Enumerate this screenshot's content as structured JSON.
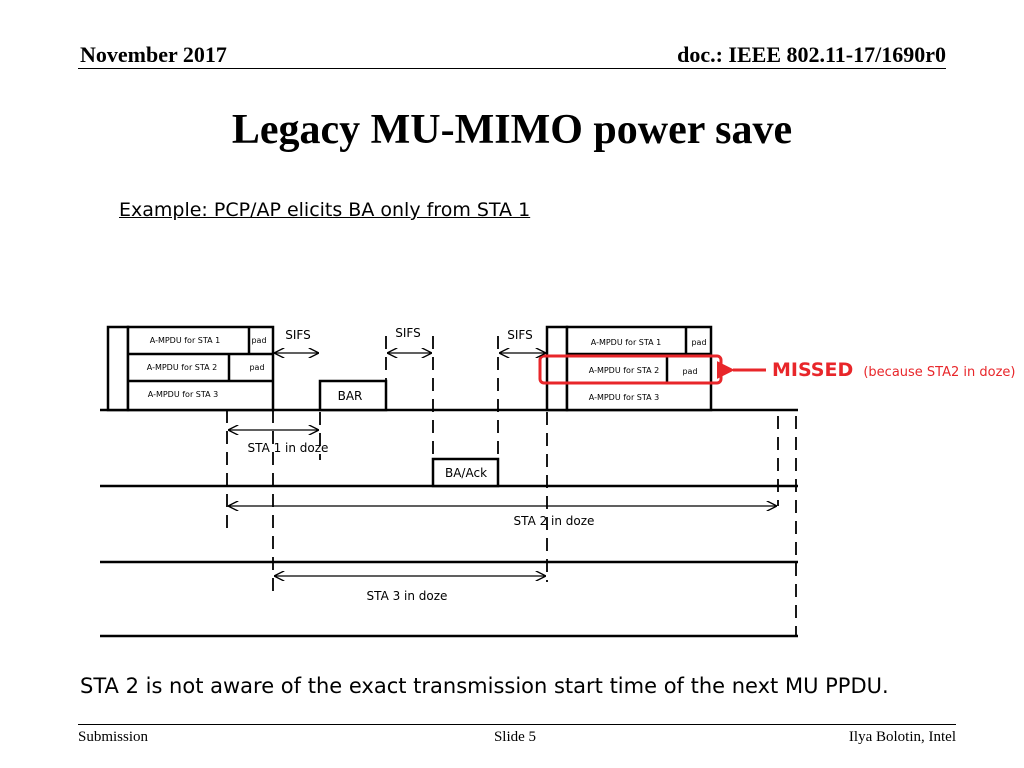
{
  "header": {
    "date": "November 2017",
    "doc_id": "doc.: IEEE 802.11-17/1690r0"
  },
  "title": "Legacy MU-MIMO power save",
  "subtitle": "Example: PCP/AP elicits BA only from STA 1",
  "diagram": {
    "first_ppdu": {
      "row1_label": "A-MPDU for STA 1",
      "row1_pad": "pad",
      "row2_label": "A-MPDU for STA 2",
      "row2_pad": "pad",
      "row3_label": "A-MPDU for STA 3"
    },
    "second_ppdu": {
      "row1_label": "A-MPDU for STA 1",
      "row1_pad": "pad",
      "row2_label": "A-MPDU for STA 2",
      "row2_pad": "pad",
      "row3_label": "A-MPDU for STA 3"
    },
    "sifs_1": "SIFS",
    "sifs_2": "SIFS",
    "sifs_3": "SIFS",
    "bar_label": "BAR",
    "ba_ack_label": "BA/Ack",
    "sta1_doze": "STA 1 in doze",
    "sta2_doze": "STA 2 in doze",
    "sta3_doze": "STA 3 in doze",
    "missed_label": "MISSED",
    "missed_reason": "(because STA2 in doze)",
    "missed_color": "#e8262a"
  },
  "bottom_note": "STA 2 is not aware of the exact transmission start time of the next MU PPDU.",
  "footer": {
    "left": "Submission",
    "center": "Slide 5",
    "right": "Ilya Bolotin, Intel"
  }
}
